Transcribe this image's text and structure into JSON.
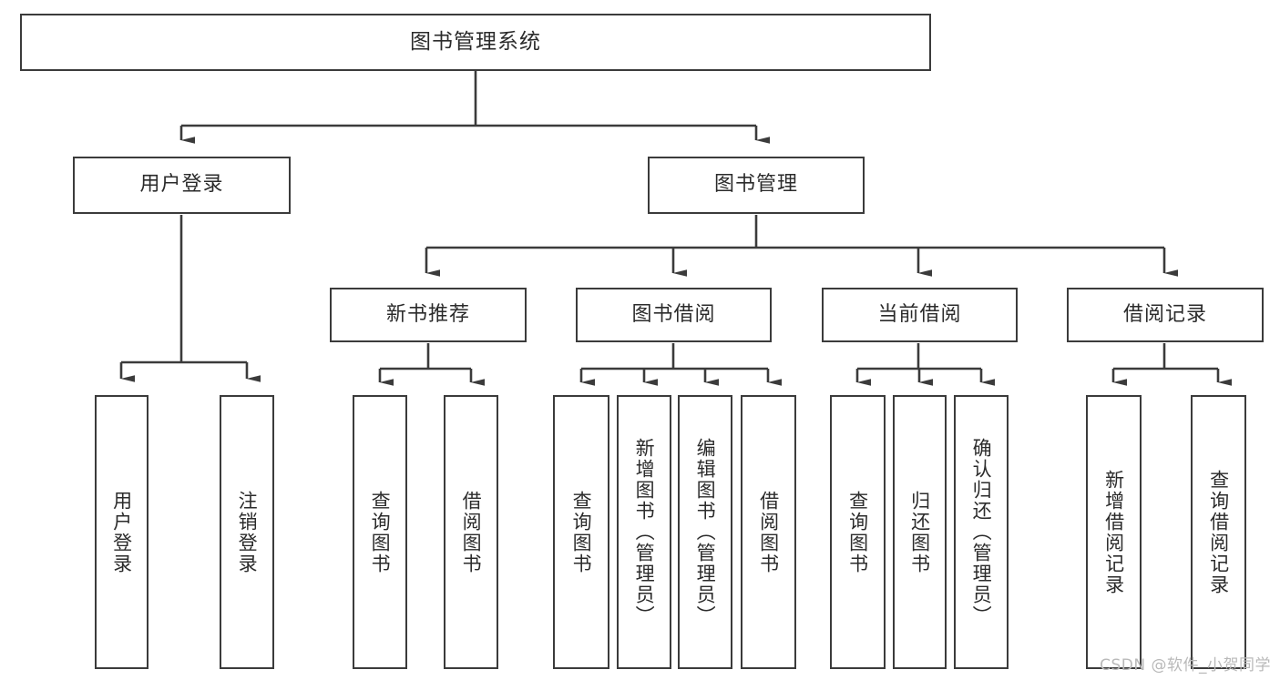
{
  "diagram": {
    "title": "图书管理系统",
    "type": "tree-hierarchy-diagram",
    "watermark": "CSDN @软件_小贺同学",
    "colors": {
      "background": "#ffffff",
      "box_border": "#3b3b3b",
      "box_fill": "#ffffff",
      "text": "#2b2b2b",
      "connector": "#3b3b3b",
      "watermark": "#b9b9b9"
    }
  },
  "nodes": {
    "root": {
      "label": "图书管理系统"
    },
    "level2": [
      {
        "id": "user-login",
        "label": "用户登录"
      },
      {
        "id": "book-management",
        "label": "图书管理"
      }
    ],
    "level3": [
      {
        "id": "new-book-recommend",
        "label": "新书推荐"
      },
      {
        "id": "book-borrow",
        "label": "图书借阅"
      },
      {
        "id": "current-borrow",
        "label": "当前借阅"
      },
      {
        "id": "borrow-record",
        "label": "借阅记录"
      }
    ],
    "leaves": {
      "user_login": [
        {
          "id": "leaf-user-login",
          "label": "用户登录"
        },
        {
          "id": "leaf-user-logout",
          "label": "注销登录"
        }
      ],
      "new_book_recommend": [
        {
          "id": "leaf-query-book-1",
          "label": "查询图书"
        },
        {
          "id": "leaf-borrow-book-1",
          "label": "借阅图书"
        }
      ],
      "book_borrow": [
        {
          "id": "leaf-query-book-2",
          "label": "查询图书"
        },
        {
          "id": "leaf-add-book",
          "label": "新增图书（管理员）"
        },
        {
          "id": "leaf-edit-book",
          "label": "编辑图书（管理员）"
        },
        {
          "id": "leaf-borrow-book-2",
          "label": "借阅图书"
        }
      ],
      "current_borrow": [
        {
          "id": "leaf-query-book-3",
          "label": "查询图书"
        },
        {
          "id": "leaf-return-book",
          "label": "归还图书"
        },
        {
          "id": "leaf-confirm-return",
          "label": "确认归还（管理员）"
        }
      ],
      "borrow_record": [
        {
          "id": "leaf-add-record",
          "label": "新增借阅记录"
        },
        {
          "id": "leaf-query-record",
          "label": "查询借阅记录"
        }
      ]
    }
  }
}
